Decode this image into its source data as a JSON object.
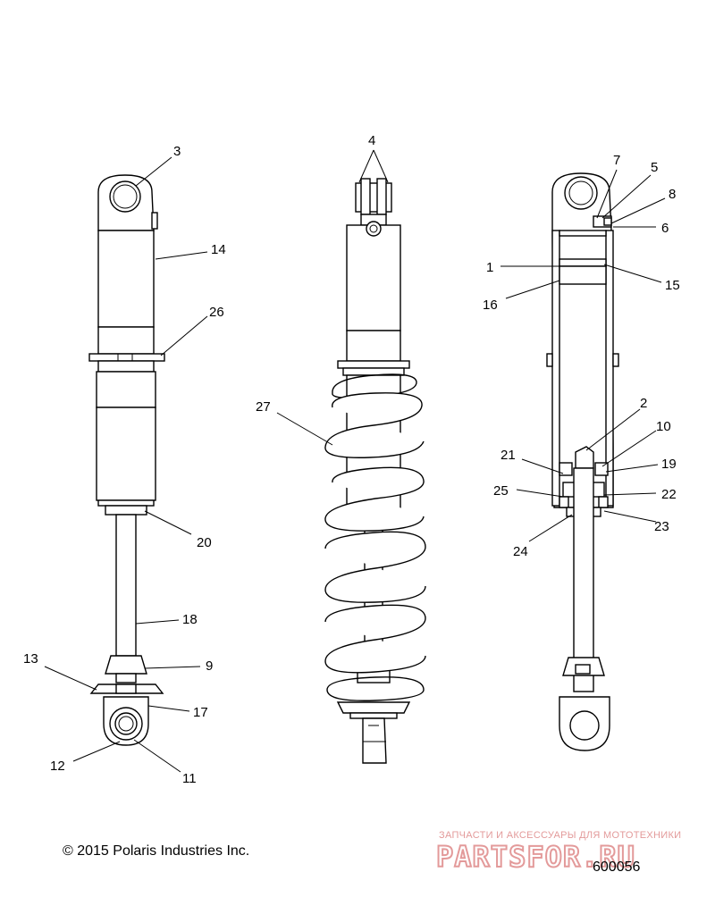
{
  "callouts": {
    "c1": "1",
    "c2": "2",
    "c3": "3",
    "c4": "4",
    "c5": "5",
    "c6": "6",
    "c7": "7",
    "c8": "8",
    "c9": "9",
    "c10": "10",
    "c11": "11",
    "c12": "12",
    "c13": "13",
    "c14": "14",
    "c15": "15",
    "c16": "16",
    "c17": "17",
    "c18": "18",
    "c19": "19",
    "c20": "20",
    "c21": "21",
    "c22": "22",
    "c23": "23",
    "c24": "24",
    "c25": "25",
    "c26": "26",
    "c27": "27"
  },
  "footer": {
    "copyright": "© 2015 Polaris Industries Inc.",
    "figure_number": "600056"
  },
  "watermark": {
    "tagline": "ЗАПЧАСТИ И АКСЕССУАРЫ ДЛЯ МОТОТЕХНИКИ",
    "logo_text": "PARTSFOR.RU",
    "color": "#e39a9a"
  }
}
